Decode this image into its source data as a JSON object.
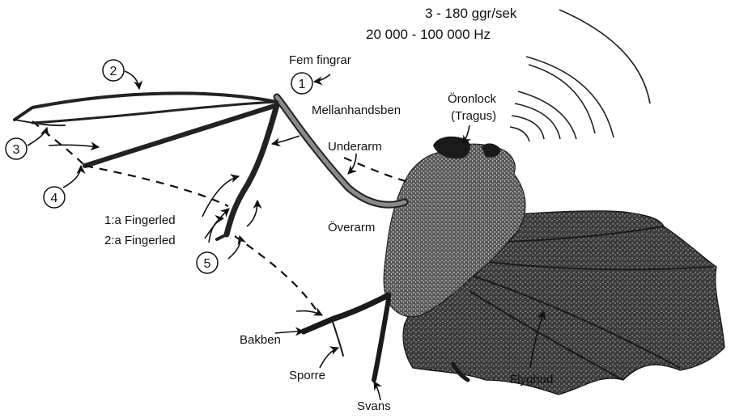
{
  "header": {
    "frequency_line_1": "3 - 180 ggr/sek",
    "frequency_line_2": "20 000 - 100 000 Hz"
  },
  "labels": {
    "fem_fingrar": "Fem fingrar",
    "oronlock": "Öronlock",
    "tragus": "(Tragus)",
    "mellanhandsben": "Mellanhandsben",
    "underarm": "Underarm",
    "overarm": "Överarm",
    "fingerled_1": "1:a Fingerled",
    "fingerled_2": "2:a Fingerled",
    "bakben": "Bakben",
    "sporre": "Sporre",
    "svans": "Svans",
    "flyghud": "Flyghud"
  },
  "finger_numbers": [
    "1",
    "2",
    "3",
    "4",
    "5"
  ]
}
